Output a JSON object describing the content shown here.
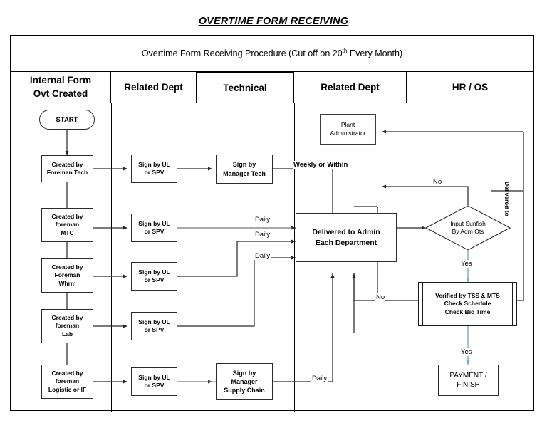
{
  "document": {
    "title": "OVERTIME FORM RECEIVING",
    "subtitle_prefix": "Overtime Form Receiving Procedure (Cut off on 20",
    "subtitle_sup": "th",
    "subtitle_suffix": " Every Month)"
  },
  "columns": [
    {
      "id": "internal-form-ovt-created",
      "label": "Internal Form\nOvt Created",
      "line1": "Internal Form",
      "line2": "Ovt Created"
    },
    {
      "id": "related-dept-1",
      "label": "Related Dept",
      "line1": "Related Dept",
      "line2": ""
    },
    {
      "id": "technical",
      "label": "Technical",
      "line1": "Technical",
      "line2": ""
    },
    {
      "id": "related-dept-2",
      "label": "Related Dept",
      "line1": "Related Dept",
      "line2": ""
    },
    {
      "id": "hr-os",
      "label": "HR / OS",
      "line1": "HR / OS",
      "line2": ""
    }
  ],
  "nodes": {
    "start": {
      "label": "START",
      "shape": "terminator"
    },
    "created_tech": {
      "line1": "Created by",
      "line2": "Foreman Tech",
      "line3": ""
    },
    "created_mtc": {
      "line1": "Created by",
      "line2": "foreman",
      "line3": "MTC"
    },
    "created_whrm": {
      "line1": "Created by",
      "line2": "Foreman",
      "line3": "Whrm"
    },
    "created_lab": {
      "line1": "Created by",
      "line2": "foreman",
      "line3": "Lab"
    },
    "created_log": {
      "line1": "Created by",
      "line2": "foreman",
      "line3": "Logistic or IF"
    },
    "sign_ul_1": {
      "line1": "Sign by UL",
      "line2": "or SPV"
    },
    "sign_ul_2": {
      "line1": "Sign by UL",
      "line2": "or SPV"
    },
    "sign_ul_3": {
      "line1": "Sign by UL",
      "line2": "or SPV"
    },
    "sign_ul_4": {
      "line1": "Sign by UL",
      "line2": "or SPV"
    },
    "sign_ul_5": {
      "line1": "Sign by UL",
      "line2": "or SPV"
    },
    "sign_mgr_tech": {
      "line1": "Sign by",
      "line2": "Manager Tech",
      "line3": ""
    },
    "sign_mgr_supply": {
      "line1": "Sign by",
      "line2": "Manager",
      "line3": "Supply Chain"
    },
    "plant_admin": {
      "line1": "Plant",
      "line2": "Administrator"
    },
    "delivered_admin": {
      "line1": "Delivered to Admin",
      "line2": "Each Department"
    },
    "input_sunfish": {
      "line1": "Input Sunfish",
      "line2": "By Adm Ots",
      "shape": "decision"
    },
    "verified": {
      "line1": "Verified by TSS & MTS",
      "line2": "Check Schedule",
      "line3": "Check Bio Time",
      "shape": "predefined-process"
    },
    "payment": {
      "line1": "PAYMENT /",
      "line2": "FINISH"
    }
  },
  "edge_labels": {
    "weekly_or_within": "Weekly or Within",
    "daily_1": "Daily",
    "daily_2": "Daily",
    "daily_3": "Daily",
    "daily_4": "Daily",
    "no_top": "No",
    "no_mid": "No",
    "yes_1": "Yes",
    "yes_2": "Yes",
    "delivered_to": "Delivered to"
  },
  "colors": {
    "stroke": "#2b2b2b",
    "stroke_light": "#7a7a7a",
    "accent_blue": "#7ba7cf",
    "background": "#ffffff",
    "text": "#000000"
  }
}
